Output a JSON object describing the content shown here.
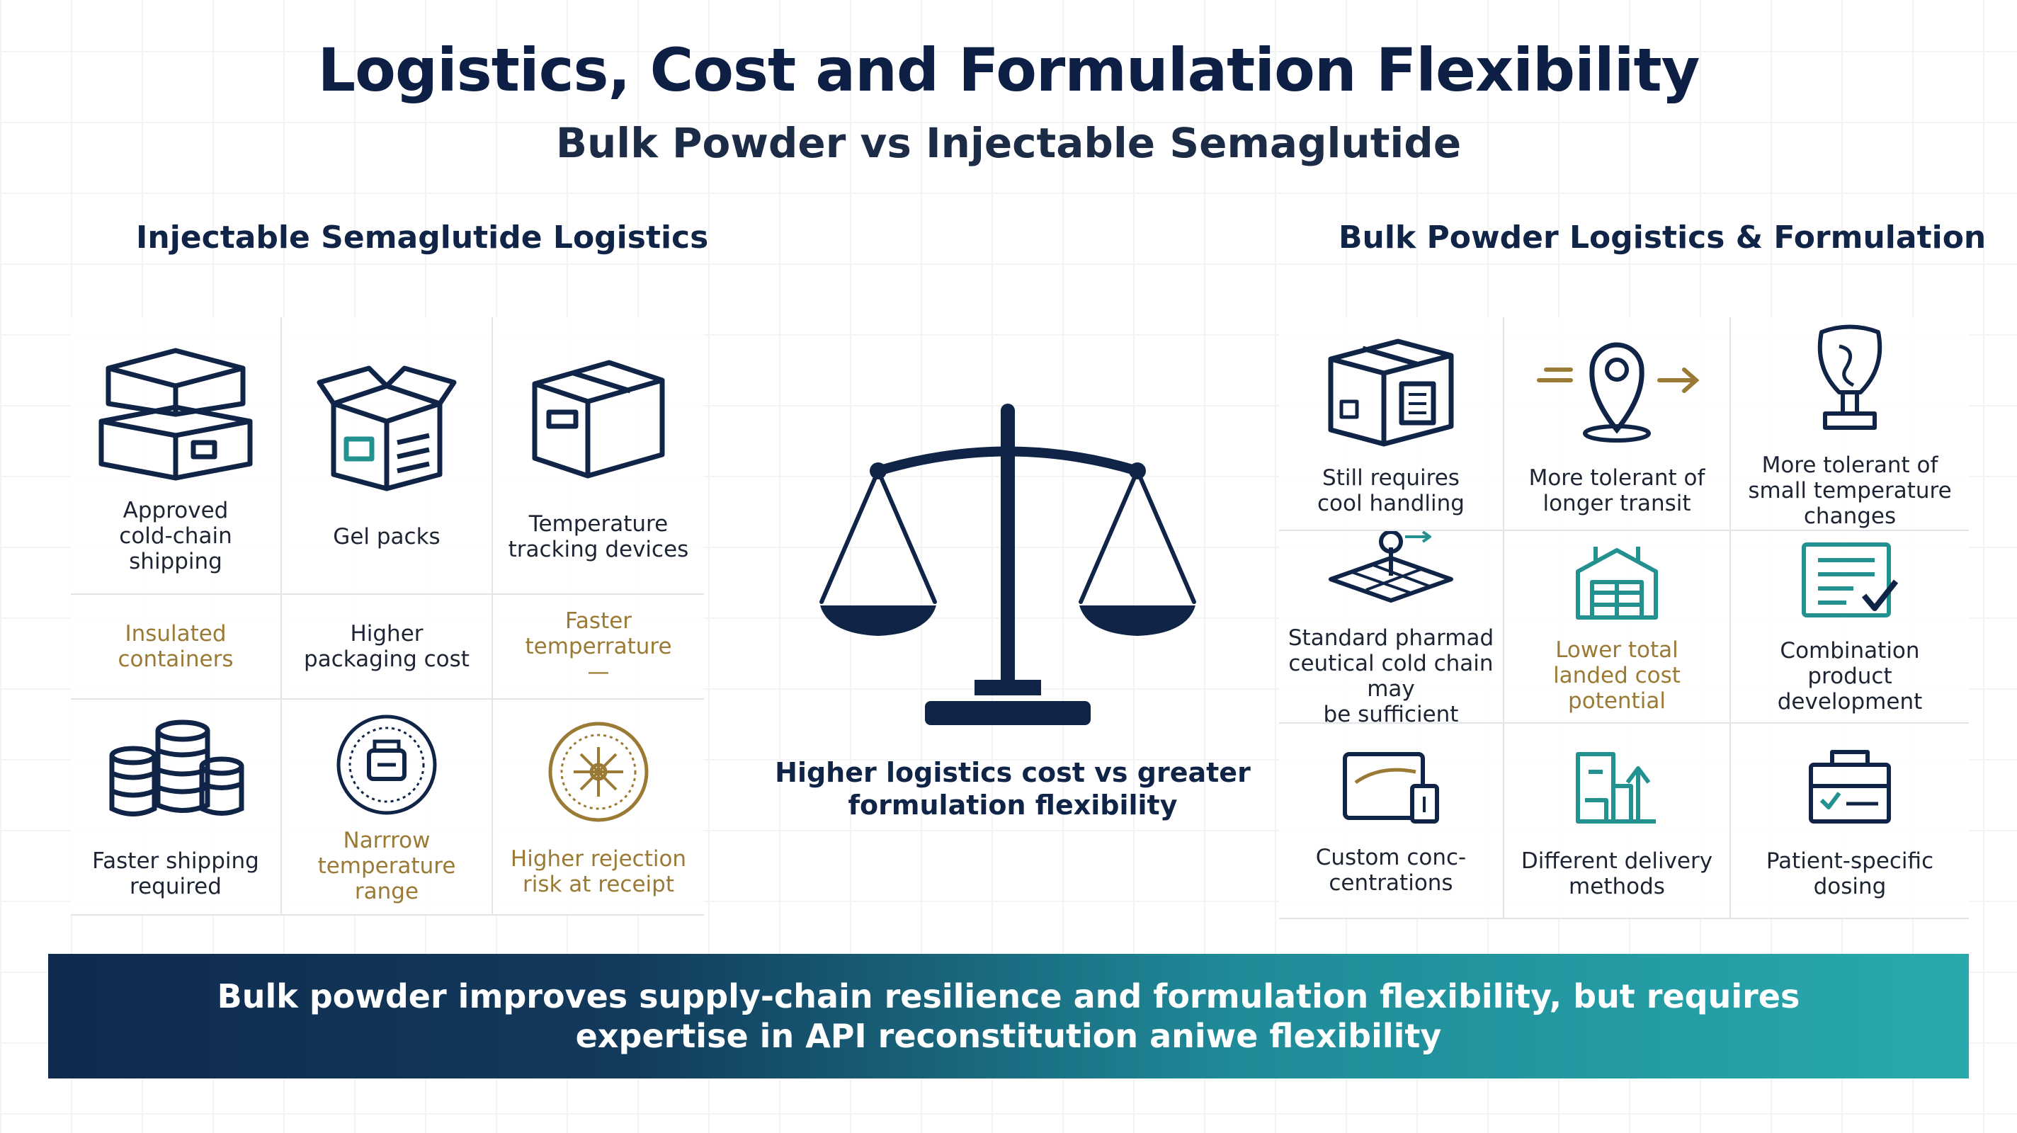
{
  "title": "Logistics, Cost and Formulation Flexibility",
  "subtitle": "Bulk Powder vs Injectable Semaglutide",
  "left_panel": {
    "heading": "Injectable Semaglutide Logistics",
    "cells": [
      {
        "label": "Approved\ncold-chain\nshipping",
        "icon": "stacked-boxes-icon"
      },
      {
        "label": "Gel packs",
        "icon": "open-box-icon"
      },
      {
        "label": "Temperature\ntracking devices",
        "icon": "closed-box-icon"
      },
      {
        "label": "Insulated\ncontainers"
      },
      {
        "label": "Higher\npackaging cost"
      },
      {
        "label": "Faster\ntemperrature\n—"
      },
      {
        "label": "Faster shipping\nrequired",
        "icon": "cylinder-stacks-icon"
      },
      {
        "label": "Narrrow\ntemperature\nrange",
        "icon": "seal-badge-icon"
      },
      {
        "label": "Higher rejection\nrisk at receipt",
        "icon": "gold-seal-icon"
      }
    ]
  },
  "center": {
    "caption": "Higher logistics cost vs greater\nformulation flexibility",
    "icon": "balance-scale-icon"
  },
  "right_panel": {
    "heading": "Bulk Powder Logistics & Formulation",
    "cells": [
      {
        "label": "Still requires\ncool handling",
        "icon": "document-box-icon"
      },
      {
        "label": "More tolerant of\nlonger transit",
        "icon": "location-pin-icon"
      },
      {
        "label": "More tolerant of\nsmall temperature\nchanges",
        "icon": "trophy-icon"
      },
      {
        "label": "Standard pharmad\nceutical cold chain may\nbe sufficient",
        "icon": "map-pin-icon"
      },
      {
        "label": "Lower total\nlanded cost\npotential",
        "icon": "warehouse-icon"
      },
      {
        "label": "Combination\nproduct\ndevelopment",
        "icon": "checklist-icon"
      },
      {
        "label": "Custom conc-\ncentrations",
        "icon": "monitor-icon"
      },
      {
        "label": "Different delivery\nmethods",
        "icon": "building-arrow-icon"
      },
      {
        "label": "Patient-specific\ndosing",
        "icon": "briefcase-icon"
      }
    ]
  },
  "banner": {
    "text": "Bulk powder improves supply-chain resilience and formulation flexibility, but requires\nexpertise in API reconstitution aniwe flexibility"
  },
  "colors": {
    "navy": "#0f2446",
    "gold": "#9a7a34",
    "teal": "#22918f",
    "banner_start": "#0f2a4e",
    "banner_end": "#28a9ad"
  }
}
